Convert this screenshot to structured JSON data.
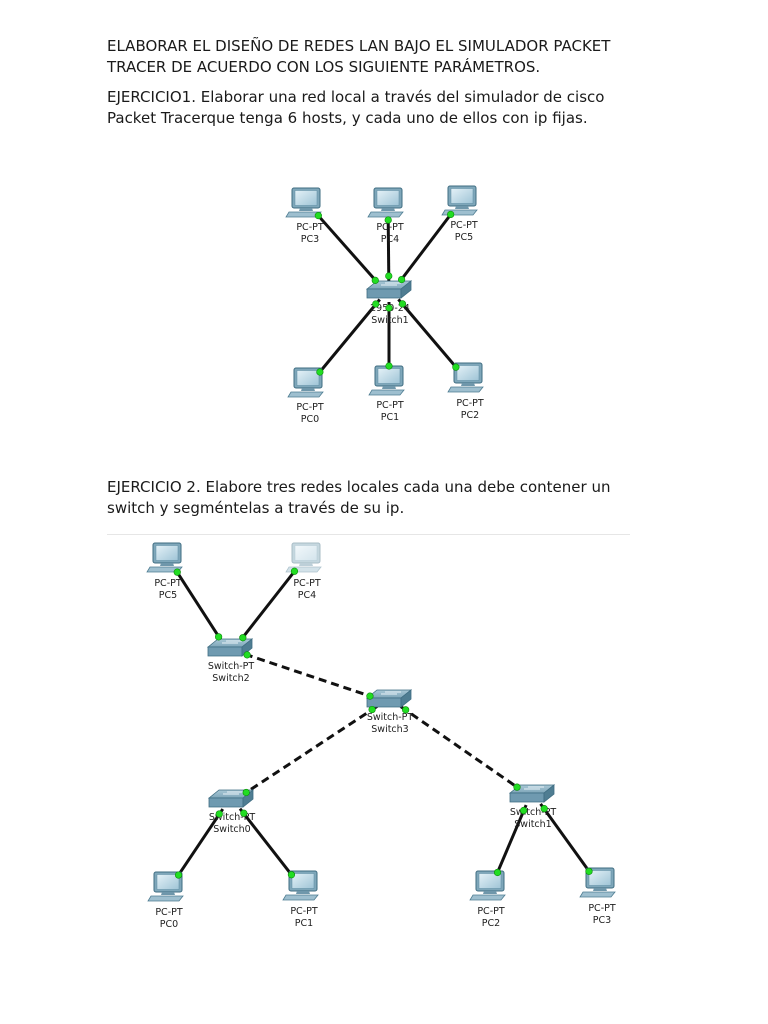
{
  "document": {
    "title_lines": [
      "ELABORAR EL DISEÑO DE REDES LAN BAJO EL SIMULADOR PACKET",
      "TRACER DE ACUERDO CON LOS SIGUIENTE PARÁMETROS."
    ],
    "exercise1_lines": [
      "EJERCICIO1. Elaborar una red local a través del simulador de cisco",
      "Packet Tracerque tenga 6 hosts, y cada uno de ellos con ip fijas."
    ],
    "exercise2_lines": [
      "EJERCICIO 2. Elabore tres redes locales cada una debe contener un",
      "switch y segméntelas a través de su ip."
    ]
  },
  "diagram1": {
    "devices": [
      {
        "id": "PC3",
        "type": "PC-PT",
        "name": "PC3"
      },
      {
        "id": "PC4",
        "type": "PC-PT",
        "name": "PC4"
      },
      {
        "id": "PC5",
        "type": "PC-PT",
        "name": "PC5"
      },
      {
        "id": "SW1",
        "type": "2950-24",
        "name": "Switch1"
      },
      {
        "id": "PC0",
        "type": "PC-PT",
        "name": "PC0"
      },
      {
        "id": "PC1",
        "type": "PC-PT",
        "name": "PC1"
      },
      {
        "id": "PC2",
        "type": "PC-PT",
        "name": "PC2"
      }
    ],
    "links": [
      {
        "from": "SW1",
        "to": "PC3",
        "style": "solid"
      },
      {
        "from": "SW1",
        "to": "PC4",
        "style": "solid"
      },
      {
        "from": "SW1",
        "to": "PC5",
        "style": "solid"
      },
      {
        "from": "SW1",
        "to": "PC0",
        "style": "solid"
      },
      {
        "from": "SW1",
        "to": "PC1",
        "style": "solid"
      },
      {
        "from": "SW1",
        "to": "PC2",
        "style": "solid"
      }
    ]
  },
  "diagram2": {
    "devices": [
      {
        "id": "PC5",
        "type": "PC-PT",
        "name": "PC5"
      },
      {
        "id": "PC4",
        "type": "PC-PT",
        "name": "PC4",
        "faded": true
      },
      {
        "id": "SW2",
        "type": "Switch-PT",
        "name": "Switch2"
      },
      {
        "id": "SW3",
        "type": "Switch-PT",
        "name": "Switch3"
      },
      {
        "id": "SW0",
        "type": "Switch-PT",
        "name": "Switch0"
      },
      {
        "id": "SW1",
        "type": "Switch-PT",
        "name": "Switch1"
      },
      {
        "id": "PC0",
        "type": "PC-PT",
        "name": "PC0"
      },
      {
        "id": "PC1",
        "type": "PC-PT",
        "name": "PC1"
      },
      {
        "id": "PC2",
        "type": "PC-PT",
        "name": "PC2"
      },
      {
        "id": "PC3",
        "type": "PC-PT",
        "name": "PC3"
      }
    ],
    "links": [
      {
        "from": "SW2",
        "to": "PC5",
        "style": "solid"
      },
      {
        "from": "SW2",
        "to": "PC4",
        "style": "solid"
      },
      {
        "from": "SW3",
        "to": "SW2",
        "style": "dashed"
      },
      {
        "from": "SW3",
        "to": "SW0",
        "style": "dashed"
      },
      {
        "from": "SW3",
        "to": "SW1",
        "style": "dashed"
      },
      {
        "from": "SW0",
        "to": "PC0",
        "style": "solid"
      },
      {
        "from": "SW0",
        "to": "PC1",
        "style": "solid"
      },
      {
        "from": "SW1",
        "to": "PC2",
        "style": "solid"
      },
      {
        "from": "SW1",
        "to": "PC3",
        "style": "solid"
      }
    ]
  },
  "colors": {
    "link": "#111111",
    "port": "#22dd22",
    "device_body": "#8fb3c4",
    "device_dark": "#4f7d92",
    "screen": "#cfe4ef"
  }
}
